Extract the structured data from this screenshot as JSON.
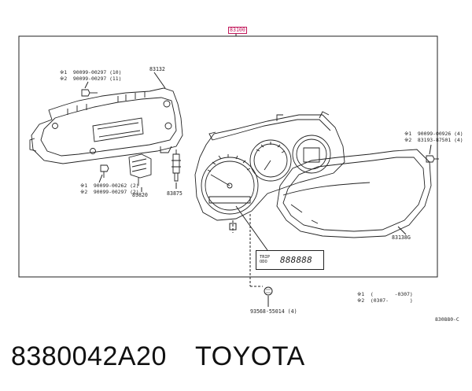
{
  "assembly": {
    "code": "83100"
  },
  "parts": {
    "p83132": "83132",
    "p89820": "89820",
    "p83875": "83875",
    "p83138G": "83138G",
    "screw_left_top": "※1  90099-00297 (10)\n※2  90099-00297 (11)",
    "screw_left_bottom": "※1  90099-00262 (2)\n※2  90099-00297 (2)",
    "screw_right": "※1  90099-00926 (4)\n※2  83193-87501 (4)",
    "bulb": "93568-55014 (4)"
  },
  "odometer": {
    "trip": "TRIP\nODO",
    "digits": "888888"
  },
  "legend": {
    "line1": "※1  (       -0307)",
    "line2": "※2  (0307-       )"
  },
  "diagram_ref": "830880-C",
  "footer": {
    "part_number": "8380042A20",
    "brand": "TOYOTA"
  }
}
